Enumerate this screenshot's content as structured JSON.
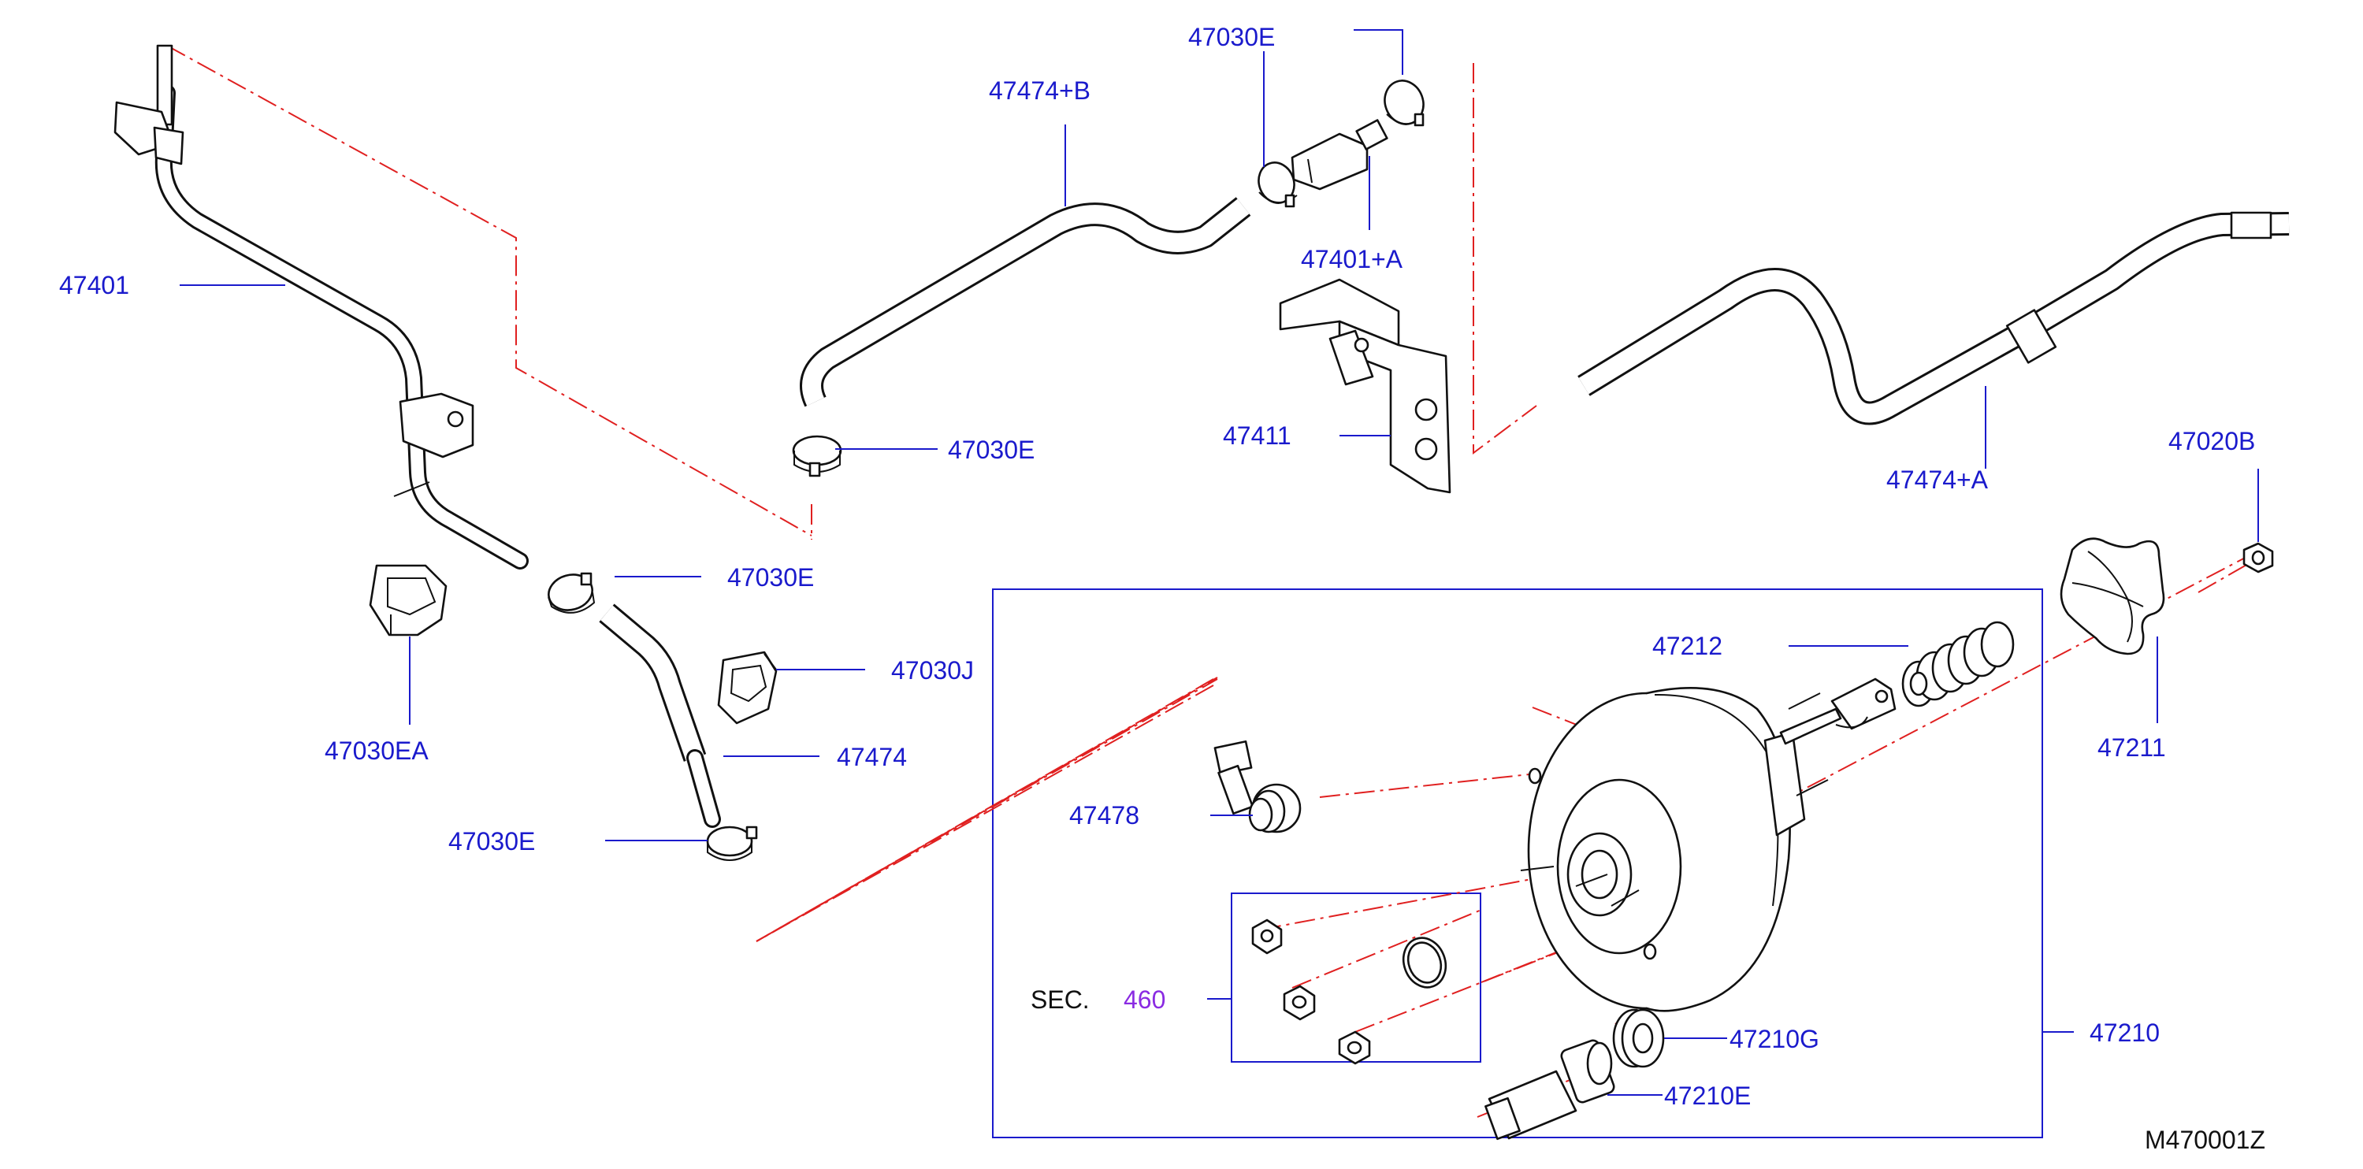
{
  "labels": {
    "pipe_main": "47401",
    "clamp_top": "47030E",
    "hose_b": "47474+B",
    "clamp_mid": "47030E",
    "check_valve": "47401+A",
    "bracket": "47411",
    "hose_a": "47474+A",
    "clamp_pipe": "47030E",
    "clamp_ea": "47030EA",
    "clamp_j": "47030J",
    "hose": "47474",
    "clamp_low": "47030E",
    "grommet_valve": "47478",
    "spring": "47212",
    "nut": "47020B",
    "gasket": "47211",
    "booster_assy": "47210",
    "seal_g": "47210G",
    "seal_e": "47210E"
  },
  "section_ref": {
    "prefix": "SEC.",
    "number": "460"
  },
  "figure_code": "M470001Z",
  "colors": {
    "label": "#1a1acc",
    "leader": "#1a1acc",
    "phantom_line": "#e02020",
    "section_number": "#8a2be2",
    "part_outline": "#111111"
  }
}
